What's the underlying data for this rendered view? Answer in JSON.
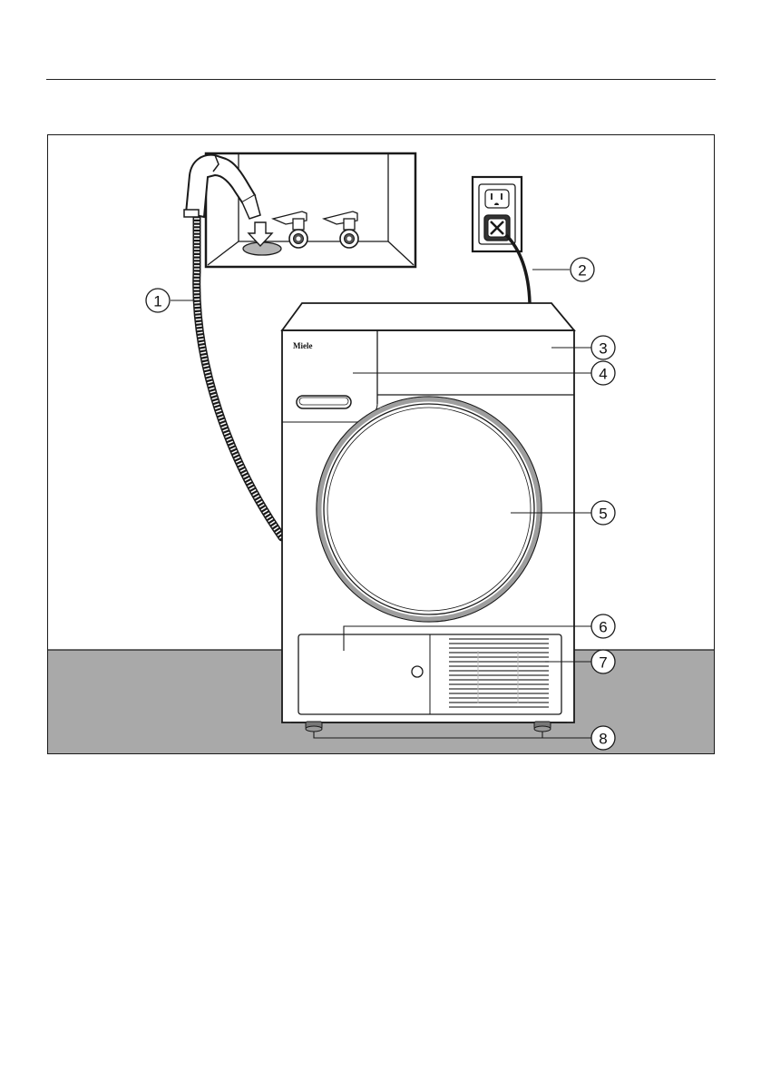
{
  "diagram": {
    "brand_label": "Miele",
    "callouts": [
      {
        "id": "1",
        "label": "1"
      },
      {
        "id": "2",
        "label": "2"
      },
      {
        "id": "3",
        "label": "3"
      },
      {
        "id": "4",
        "label": "4"
      },
      {
        "id": "5",
        "label": "5"
      },
      {
        "id": "6",
        "label": "6"
      },
      {
        "id": "7",
        "label": "7"
      },
      {
        "id": "8",
        "label": "8"
      }
    ]
  },
  "colors": {
    "floor": "#a9a9a9",
    "wall": "#ffffff",
    "line": "#1a1a1a",
    "door_ring": "#9e9e9e"
  }
}
